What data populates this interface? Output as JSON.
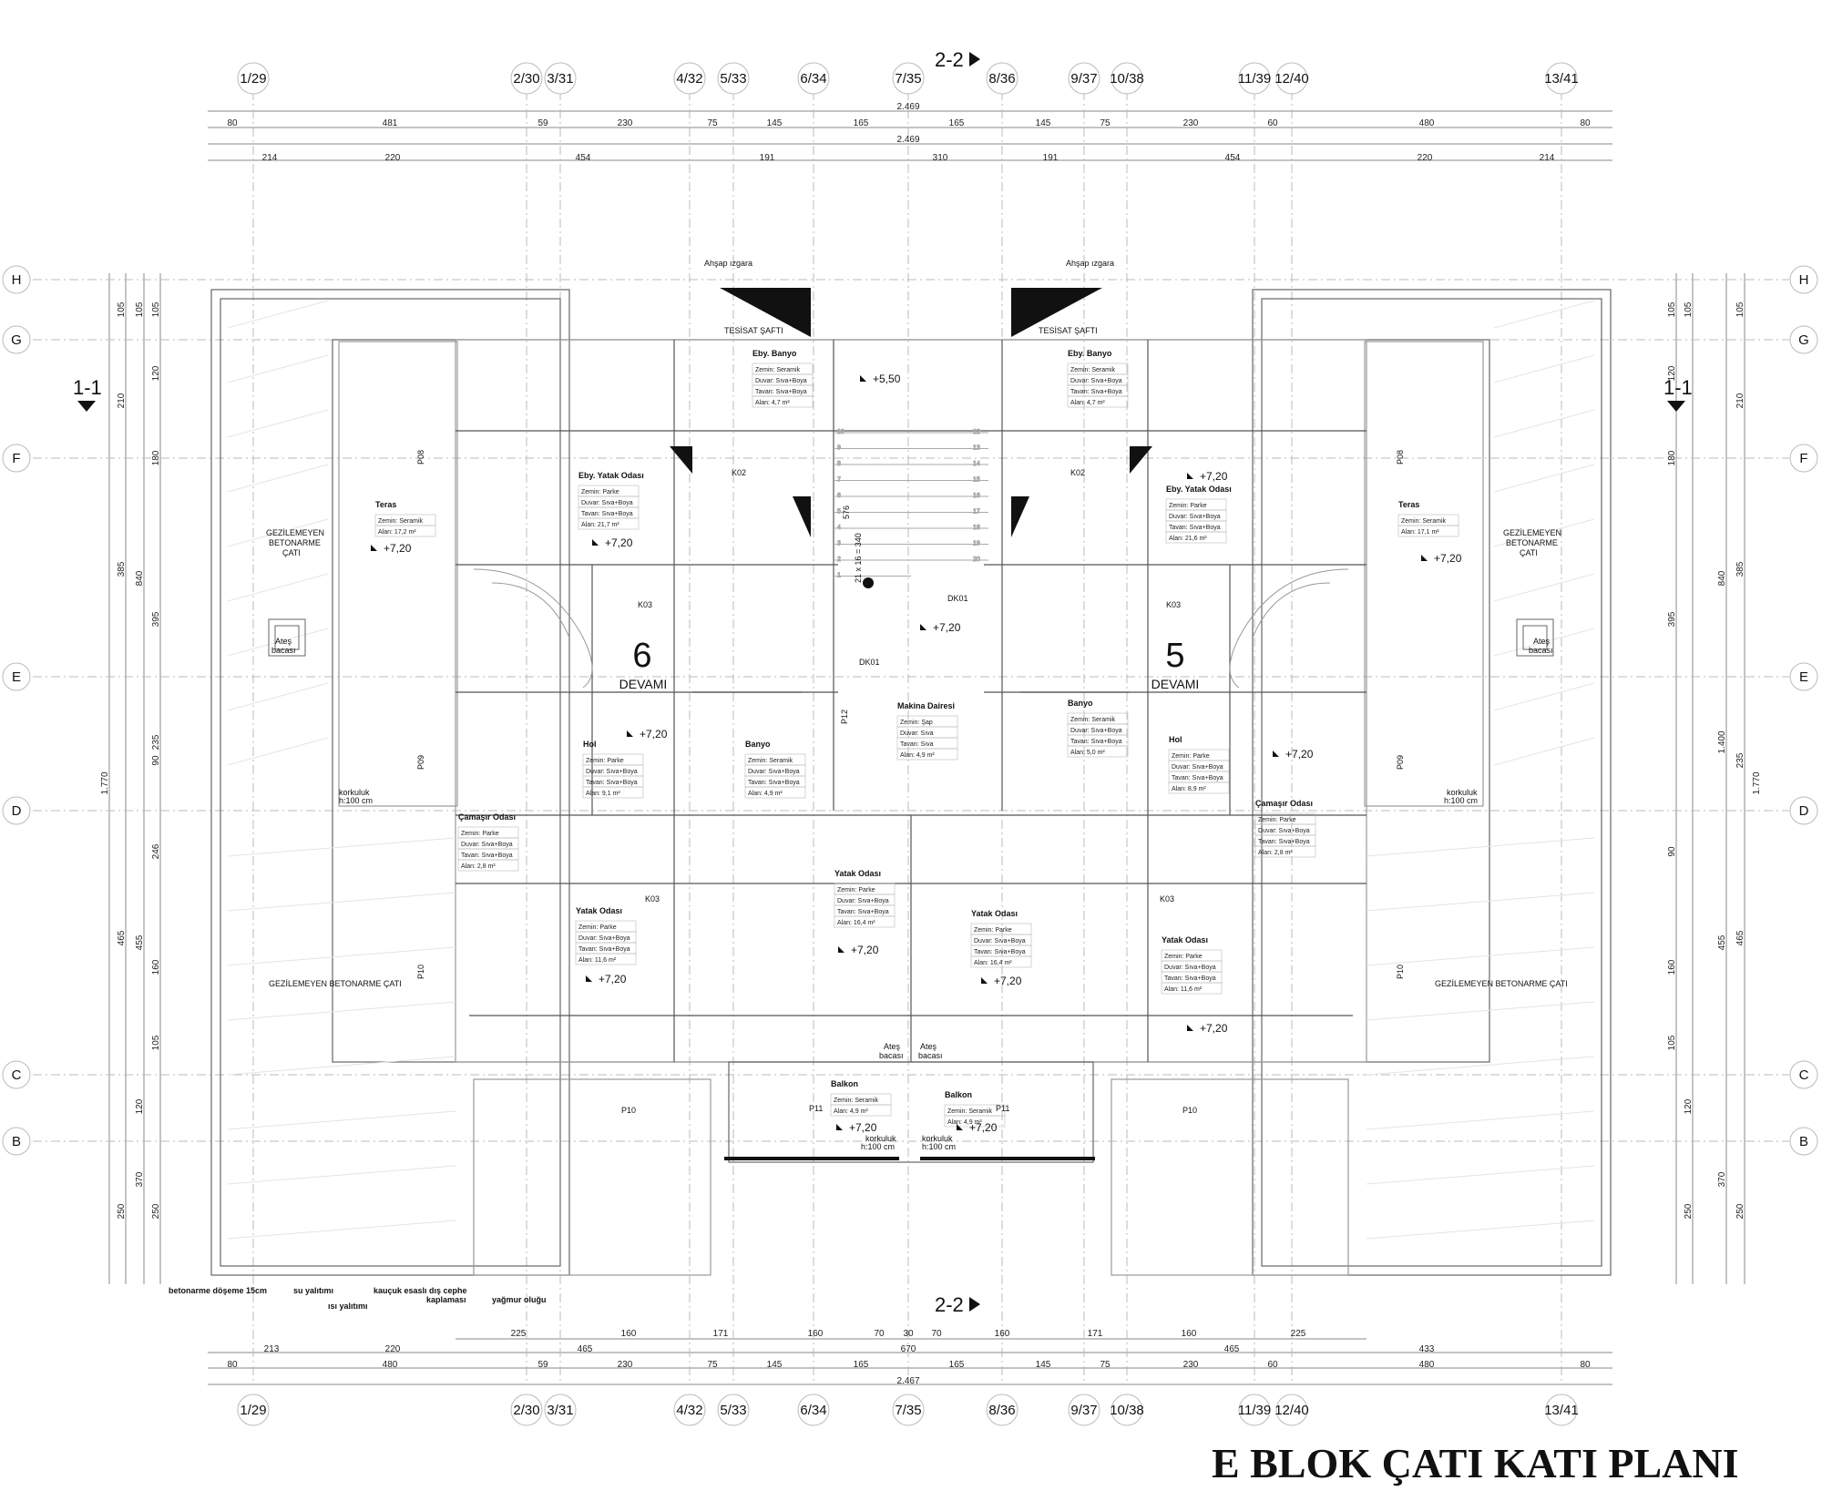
{
  "title": "E BLOK ÇATI KATI PLANI",
  "grid_axes_top": [
    "1/29",
    "2/30",
    "3/31",
    "4/32",
    "5/33",
    "6/34",
    "7/35",
    "8/36",
    "9/37",
    "10/38",
    "11/39",
    "12/40",
    "13/41"
  ],
  "grid_axes_rows": [
    "H",
    "G",
    "F",
    "E",
    "D",
    "C",
    "B"
  ],
  "sections": {
    "ns": "2-2",
    "ew": "1-1"
  },
  "dims_top_row1": [
    "80",
    "481",
    "59",
    "230",
    "75",
    "145",
    "165",
    "165",
    "145",
    "75",
    "230",
    "60",
    "480",
    "80"
  ],
  "dims_top_total": "2.469",
  "dims_top_row2": [
    "214",
    "220",
    "454",
    "191",
    "310",
    "191",
    "454",
    "220",
    "214"
  ],
  "dims_bottom_row0": [
    "225",
    "160",
    "171",
    "160",
    "70",
    "30",
    "70",
    "160",
    "171",
    "160",
    "225"
  ],
  "dims_bottom_row1": [
    "213",
    "220",
    "465",
    "670",
    "465",
    "433"
  ],
  "dims_bottom_row2": [
    "80",
    "480",
    "59",
    "230",
    "75",
    "145",
    "165",
    "165",
    "145",
    "75",
    "230",
    "60",
    "480",
    "80"
  ],
  "dims_bottom_total": "2.467",
  "dims_left": [
    "105",
    "105",
    "105",
    "120",
    "210",
    "180",
    "385",
    "840",
    "395",
    "235",
    "90",
    "246",
    "465",
    "455",
    "160",
    "105",
    "120",
    "250",
    "370",
    "250",
    "1.770"
  ],
  "dims_right": [
    "105",
    "105",
    "105",
    "120",
    "210",
    "180",
    "385",
    "840",
    "395",
    "1.400",
    "235",
    "90",
    "465",
    "455",
    "160",
    "105",
    "120",
    "250",
    "370",
    "250",
    "1.770"
  ],
  "labels": {
    "ahsap_left": "Ahşap ızgara",
    "ahsap_right": "Ahşap ızgara",
    "tesisat_left": "TESİSAT ŞAFTI",
    "tesisat_right": "TESİSAT ŞAFTI",
    "gezilemeyen_left_1": "GEZİLEMEYEN",
    "gezilemeyen_left_2": "BETONARME",
    "gezilemeyen_left_3": "ÇATI",
    "gezilemeyen_right_1": "GEZİLEMEYEN",
    "gezilemeyen_right_2": "BETONARME",
    "gezilemeyen_right_3": "ÇATI",
    "gezilemeyen_bottom_left": "GEZİLEMEYEN BETONARME  ÇATI",
    "gezilemeyen_bottom_right": "GEZİLEMEYEN BETONARME  ÇATI",
    "ates_left_1": "Ateş",
    "ates_left_2": "bacası",
    "ates_right_1": "Ateş",
    "ates_right_2": "bacası",
    "ates_mid_1": "Ateş",
    "ates_mid_2": "bacası",
    "ates_mid2_1": "Ateş",
    "ates_mid2_2": "bacası",
    "korkuluk_left_1": "korkuluk",
    "korkuluk_left_2": "h:100 cm",
    "korkuluk_right_1": "korkuluk",
    "korkuluk_right_2": "h:100 cm",
    "korkuluk_bl_1": "korkuluk",
    "korkuluk_bl_2": "h:100 cm",
    "korkuluk_br_1": "korkuluk",
    "korkuluk_br_2": "h:100 cm",
    "unit6_num": "6",
    "unit6_sub": "DEVAMI",
    "unit5_num": "5",
    "unit5_sub": "DEVAMI",
    "makina_title": "Makina Dairesi",
    "stair_dim": "21 x 16 = 340",
    "stair_dim2": "576",
    "elev_550": "+5,50",
    "elev_720": "+7,20",
    "tag_k02": "K02",
    "tag_k03": "K03",
    "tag_dk01": "DK01",
    "tag_p12": "P12",
    "tag_p08": "P08",
    "tag_p09": "P09",
    "tag_p10": "P10",
    "tag_p11": "P11",
    "detail_1": "betonarme döşeme 15cm",
    "detail_2": "su yalıtımı",
    "detail_3": "ısı yalıtımı",
    "detail_4": "kauçuk esaslı dış cephe",
    "detail_5": "kaplaması",
    "detail_6": "yağmur oluğu"
  },
  "rooms": [
    {
      "title": "Eby. Banyo",
      "rows": [
        "Zemin:  Seramik",
        "Duvar: Sıva+Boya",
        "Tavan: Sıva+Boya",
        "Alan:  4,7 m²"
      ]
    },
    {
      "title": "Eby. Banyo",
      "rows": [
        "Zemin:  Seramik",
        "Duvar: Sıva+Boya",
        "Tavan: Sıva+Boya",
        "Alan:  4,7 m²"
      ]
    },
    {
      "title": "Eby. Yatak Odası",
      "rows": [
        "Zemin:  Parke",
        "Duvar: Sıva+Boya",
        "Tavan: Sıva+Boya",
        "Alan:  21,7 m²"
      ]
    },
    {
      "title": "Eby. Yatak Odası",
      "rows": [
        "Zemin:  Parke",
        "Duvar: Sıva+Boya",
        "Tavan: Sıva+Boya",
        "Alan:  21,6 m²"
      ]
    },
    {
      "title": "Teras",
      "rows": [
        "Zemin: Seramik",
        "Alan:  17,2 m²"
      ]
    },
    {
      "title": "Teras",
      "rows": [
        "Zemin: Seramik",
        "Alan:  17,1 m²"
      ]
    },
    {
      "title": "Hol",
      "rows": [
        "Zemin:  Parke",
        "Duvar: Sıva+Boya",
        "Tavan: Sıva+Boya",
        "Alan:  9,1 m²"
      ]
    },
    {
      "title": "Hol",
      "rows": [
        "Zemin:  Parke",
        "Duvar: Sıva+Boya",
        "Tavan: Sıva+Boya",
        "Alan:  8,9 m²"
      ]
    },
    {
      "title": "Banyo",
      "rows": [
        "Zemin:  Seramik",
        "Duvar: Sıva+Boya",
        "Tavan: Sıva+Boya",
        "Alan:  4,9 m²"
      ]
    },
    {
      "title": "Banyo",
      "rows": [
        "Zemin:  Seramik",
        "Duvar: Sıva+Boya",
        "Tavan: Sıva+Boya",
        "Alan:  5,0 m²"
      ]
    },
    {
      "title": "Makina Dairesi",
      "rows": [
        "Zemin:  Şap",
        "Duvar: Sıva",
        "Tavan: Sıva",
        "Alan:  4,9 m²"
      ]
    },
    {
      "title": "Çamaşır Odası",
      "rows": [
        "Zemin:  Parke",
        "Duvar: Sıva+Boya",
        "Tavan: Sıva+Boya",
        "Alan:  2,8 m²"
      ]
    },
    {
      "title": "Çamaşır Odası",
      "rows": [
        "Zemin:  Parke",
        "Duvar: Sıva+Boya",
        "Tavan: Sıva+Boya",
        "Alan:  2,8 m²"
      ]
    },
    {
      "title": "Yatak Odası",
      "rows": [
        "Zemin:  Parke",
        "Duvar: Sıva+Boya",
        "Tavan: Sıva+Boya",
        "Alan:  11,6 m²"
      ]
    },
    {
      "title": "Yatak Odası",
      "rows": [
        "Zemin:  Parke",
        "Duvar: Sıva+Boya",
        "Tavan: Sıva+Boya",
        "Alan:  16,4 m²"
      ]
    },
    {
      "title": "Yatak Odası",
      "rows": [
        "Zemin:  Parke",
        "Duvar: Sıva+Boya",
        "Tavan: Sıva+Boya",
        "Alan:  16,4 m²"
      ]
    },
    {
      "title": "Yatak Odası",
      "rows": [
        "Zemin:  Parke",
        "Duvar: Sıva+Boya",
        "Tavan: Sıva+Boya",
        "Alan:  11,6 m²"
      ]
    },
    {
      "title": "Balkon",
      "rows": [
        "Zemin: Seramik",
        "Alan:  4,9 m²"
      ]
    },
    {
      "title": "Balkon",
      "rows": [
        "Zemin: Seramik",
        "Alan:  4,9 m²"
      ]
    }
  ],
  "stair_numbers_left": [
    "10",
    "9",
    "8",
    "7",
    "6",
    "5",
    "4",
    "3",
    "2",
    "1"
  ],
  "stair_numbers_right": [
    "12",
    "13",
    "14",
    "15",
    "16",
    "17",
    "18",
    "19",
    "20"
  ]
}
